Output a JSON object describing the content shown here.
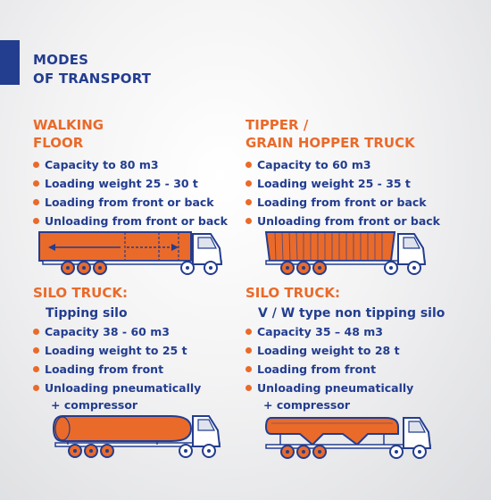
{
  "title": {
    "line1": "MODES",
    "line2": "OF TRANSPORT"
  },
  "colors": {
    "navy": "#233d8f",
    "orange": "#ea6a2a"
  },
  "walking_floor": {
    "heading_line1": "WALKING",
    "heading_line2": "FLOOR",
    "features": [
      "Capacity to 80 m3",
      "Loading weight 25 - 30 t",
      "Loading from front or back",
      "Unloading from front or back"
    ]
  },
  "tipper": {
    "heading_line1": "TIPPER /",
    "heading_line2": "GRAIN HOPPER TRUCK",
    "features": [
      "Capacity to 60 m3",
      "Loading weight 25 - 35 t",
      "Loading from front or back",
      "Unloading from front or back"
    ]
  },
  "silo_tipping": {
    "heading": "SILO TRUCK:",
    "subheading": "Tipping silo",
    "features": [
      "Capacity 38 - 60 m3",
      "Loading weight to 25 t",
      "Loading from front",
      "Unloading pneumatically"
    ],
    "feature_continuation": "+ compressor"
  },
  "silo_non_tipping": {
    "heading": "SILO TRUCK:",
    "subheading": "V / W type non tipping silo",
    "features": [
      "Capacity 35 – 48 m3",
      "Loading weight to 28 t",
      "Loading from front",
      "Unloading pneumatically"
    ],
    "feature_continuation": "+ compressor"
  }
}
